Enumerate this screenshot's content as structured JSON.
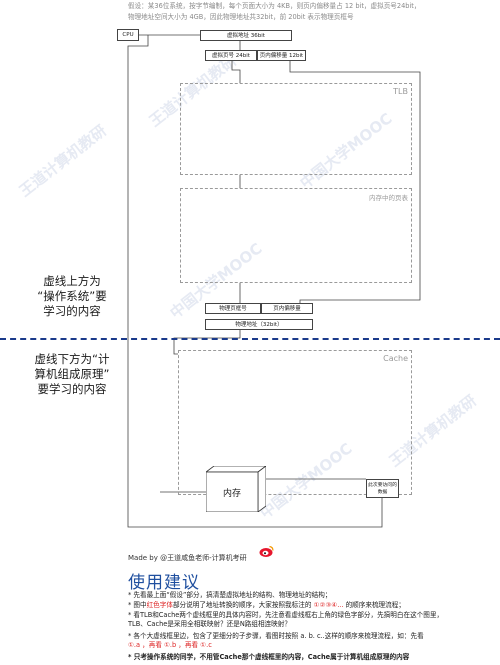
{
  "assumption": {
    "line1": "假设：某36位系统，按字节编制，每个页面大小为 4KB，则页内偏移量占 12 bit，虚拟页号24bit，",
    "line2": "物理地址空间大小为 4GB，因此物理地址共32bit，前 20bit 表示物理页框号"
  },
  "diagram": {
    "cpu": "CPU",
    "virtual_address": "虚拟地址 36bit",
    "virtual_page_number": "虚拟页号 24bit",
    "page_offset_top": "页内偏移量 12bit",
    "tlb": "TLB",
    "page_table": "内存中的页表",
    "physical_frame": "物理页框号",
    "page_offset_bottom": "页内偏移量",
    "physical_address": "物理地址（32bit）",
    "cache": "Cache",
    "memory": "内存",
    "data_return": "此次要访问的数据"
  },
  "annotations": {
    "above_dashed": "虚线上方为\n“操作系统”要\n学习的内容",
    "below_dashed": "虚线下方为“计\n算机组成原理”\n要学习的内容"
  },
  "watermarks": [
    "王道计算机教研",
    "中国大学MOOC",
    "王道计算机教研",
    "中国大学MOOC",
    "王道计算机教研",
    "中国大学MOOC"
  ],
  "credit": {
    "made_by": "Made by @王道咸鱼老师-计算机考研",
    "weibo_icon": "weibo-logo-icon"
  },
  "usage": {
    "title": "使用建议",
    "tip1": "* 先看最上面“假设”部分，搞清楚虚拟地址的结构、物理地址的结构；",
    "tip2_a": "* 图中",
    "tip2_red": "红色字体",
    "tip2_b": "部分说明了地址转换的顺序，大家按照我标注的 ",
    "tip2_order": "①②③④...",
    "tip2_c": " 的顺序来梳理流程；",
    "tip3": "* 看TLB和Cache两个虚线框里的具体内容时，先注意看虚线框右上角的绿色字部分，先搞明白在这个图里，TLB、Cache是采用全相联映射？还是N路组相连映射？",
    "tip4_a": "* 各个大虚线框里边，包含了更细分的子步骤，看图时按照 a. b. c..这样的顺序来梳理流程，如：先看",
    "tip4_b": "①.a ，再看 ①.b ，再看 ①.c",
    "tip5": "* 只考操作系统的同学，不用管Cache那个虚线框里的内容，Cache属于计算机组成原理的内容"
  },
  "colors": {
    "accent": "#1f4f9f",
    "divider": "#1a3a8a",
    "red": "#d22222"
  }
}
